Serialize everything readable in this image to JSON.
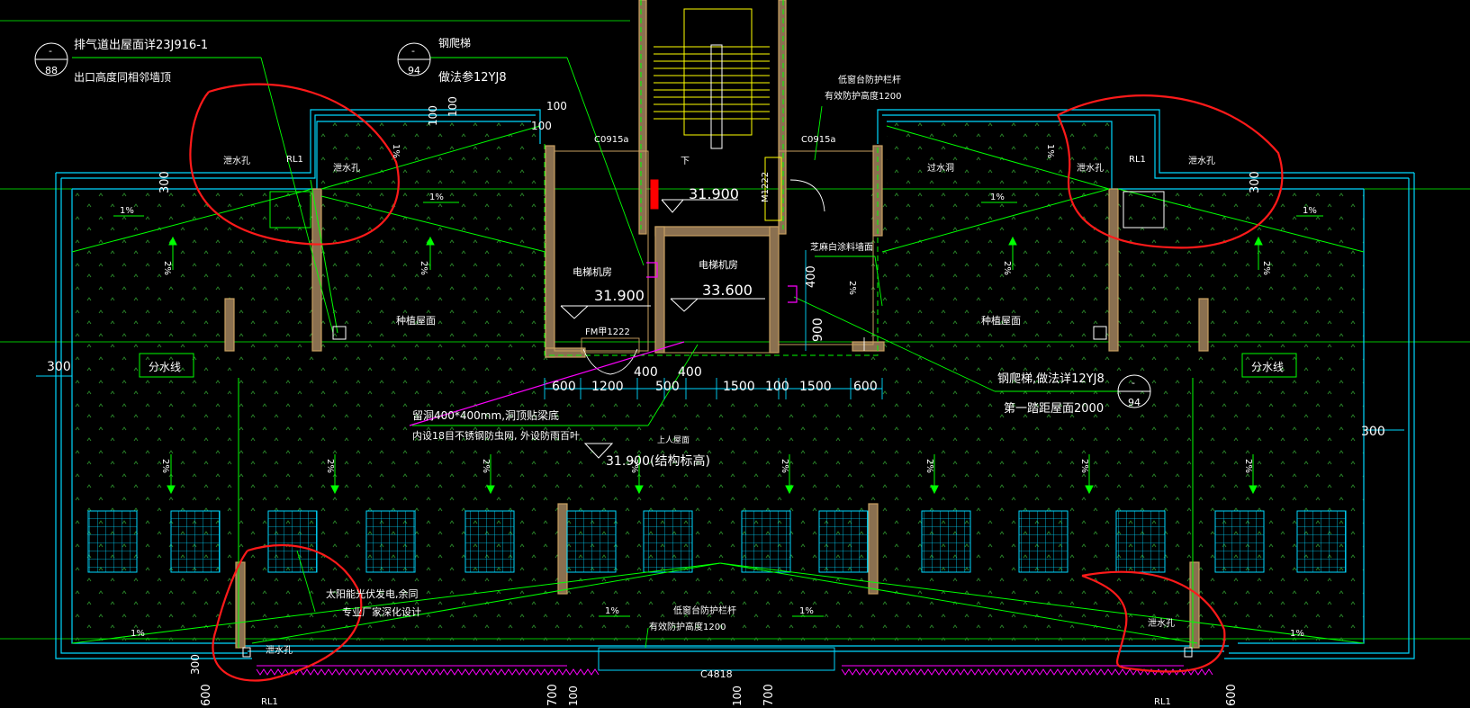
{
  "colors": {
    "background": "#000000",
    "wall": "#c8a060",
    "cyan": "#00d8ff",
    "green": "#00ff00",
    "white": "#ffffff",
    "yellow": "#ffff00",
    "magenta": "#ff00ff",
    "red_markup": "#ff1a1a",
    "hatch": "#2a8a2a"
  },
  "callouts": {
    "vent_text1": "排气道出屋面详23J916-1",
    "vent_text2": "出口高度同相邻墙顶",
    "vent_circle_top": "-",
    "vent_circle_bottom": "88",
    "ladder_text1": "钢爬梯",
    "ladder_text2": "做法参12YJ8",
    "ladder_circle_top": "-",
    "ladder_circle_bottom": "94",
    "rail_text1": "低窗台防护栏杆",
    "rail_text2": "有效防护高度1200",
    "ladder2_text1": "钢爬梯,做法详12YJ8",
    "ladder2_text2": "第一踏距屋面2000",
    "ladder2_circle_top": "-",
    "ladder2_circle_bottom": "94",
    "hole_text1": "留洞400*400mm,洞顶贴梁底",
    "hole_text2": "内设18目不锈钢防虫网, 外设防雨百叶",
    "solar_text1": "太阳能光伏发电,余同",
    "solar_text2": "专业厂家深化设计",
    "bottom_rail_text1": "低窗台防护栏杆",
    "bottom_rail_text2": "有效防护高度1200",
    "mem_text": "芝麻白涂料墙面"
  },
  "rooms": {
    "elevator_room_left": "电梯机房",
    "elevator_room_left_elev": "31.900",
    "elevator_room_center": "电梯机房",
    "elevator_room_center_elev": "33.600",
    "stair_elev": "31.900",
    "stair_down": "下",
    "planted_roof_left": "种植屋面",
    "planted_roof_right": "种植屋面",
    "accessible_roof": "上人屋面",
    "roof_elev": "31.900(结构标高)",
    "divide_line_left": "分水线",
    "divide_line_right": "分水线",
    "overflow": "过水洞"
  },
  "tags": {
    "drain_left_a": "泄水孔",
    "drain_left_b": "泄水孔",
    "drain_right_a": "泄水孔",
    "drain_right_b": "泄水孔",
    "drain_bottom_left": "泄水孔",
    "drain_bottom_right": "泄水孔",
    "rl_left_top": "RL1",
    "rl_right_top": "RL1",
    "rl_left_bottom": "RL1",
    "rl_right_bottom": "RL1",
    "window_left": "C0915a",
    "window_right": "C0915a",
    "door_m": "M1222",
    "door_fm": "FM甲1222",
    "window_bottom": "C4818"
  },
  "slopes": {
    "one_pct": "1%",
    "two_pct": "2%"
  },
  "dims": {
    "d100_a": "100",
    "d100_b": "100",
    "d100_c": "100",
    "d100_d": "100",
    "d300_a": "300",
    "d300_b": "300",
    "d300_c": "300",
    "d300_d": "300",
    "d300_e": "300",
    "d400_v": "400",
    "d900_v": "900",
    "row": [
      "600",
      "1200",
      "400",
      "500",
      "400",
      "1500",
      "100",
      "1500",
      "600"
    ],
    "d600_bl": "600",
    "d700_l": "700",
    "d100_bl": "100",
    "d700_r": "700",
    "d100_br": "100",
    "d600_br": "600"
  }
}
